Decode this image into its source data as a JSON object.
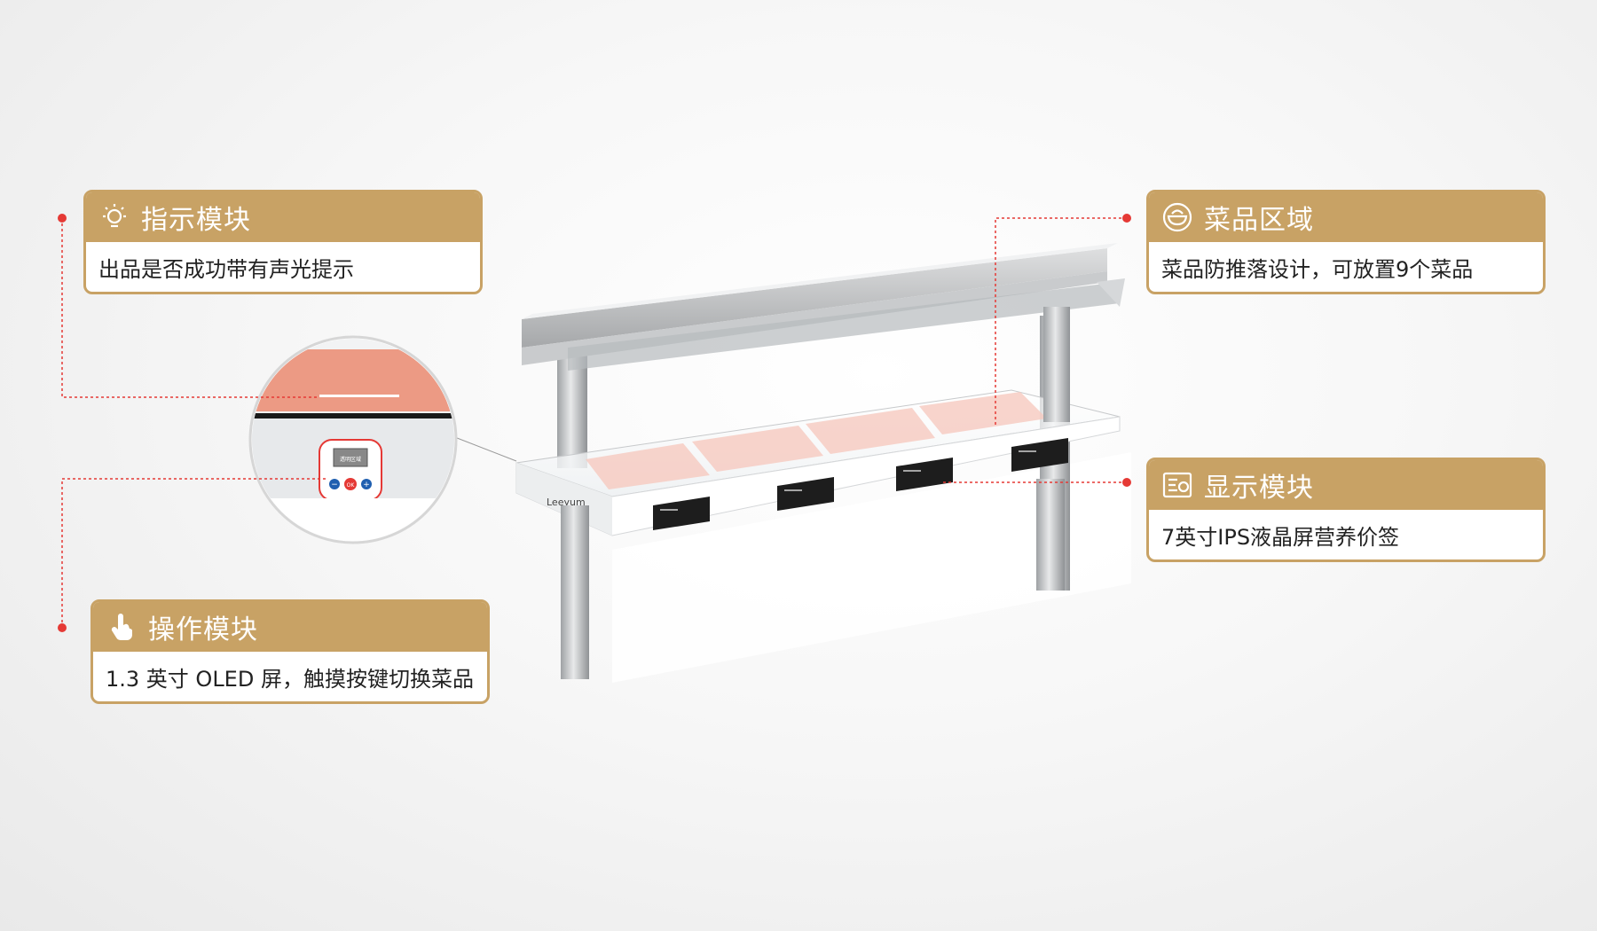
{
  "colors": {
    "accent": "#c8a265",
    "leader": "#e53935",
    "text": "#222222"
  },
  "cards": {
    "indicator": {
      "icon": "bulb-icon",
      "title": "指示模块",
      "desc": "出品是否成功带有声光提示"
    },
    "dish_area": {
      "icon": "bowl-icon",
      "title": "菜品区域",
      "desc": "菜品防推落设计，可放置9个菜品"
    },
    "display": {
      "icon": "screen-icon",
      "title": "显示模块",
      "desc": "7英寸IPS液晶屏营养价签"
    },
    "operation": {
      "icon": "touch-icon",
      "title": "操作模块",
      "desc": "1.3 英寸 OLED 屏，触摸按键切换菜品"
    }
  },
  "product": {
    "brand": "Leeyum",
    "oled_label": "透明区域",
    "ok_label": "OK",
    "minus_label": "−",
    "plus_label": "+"
  }
}
